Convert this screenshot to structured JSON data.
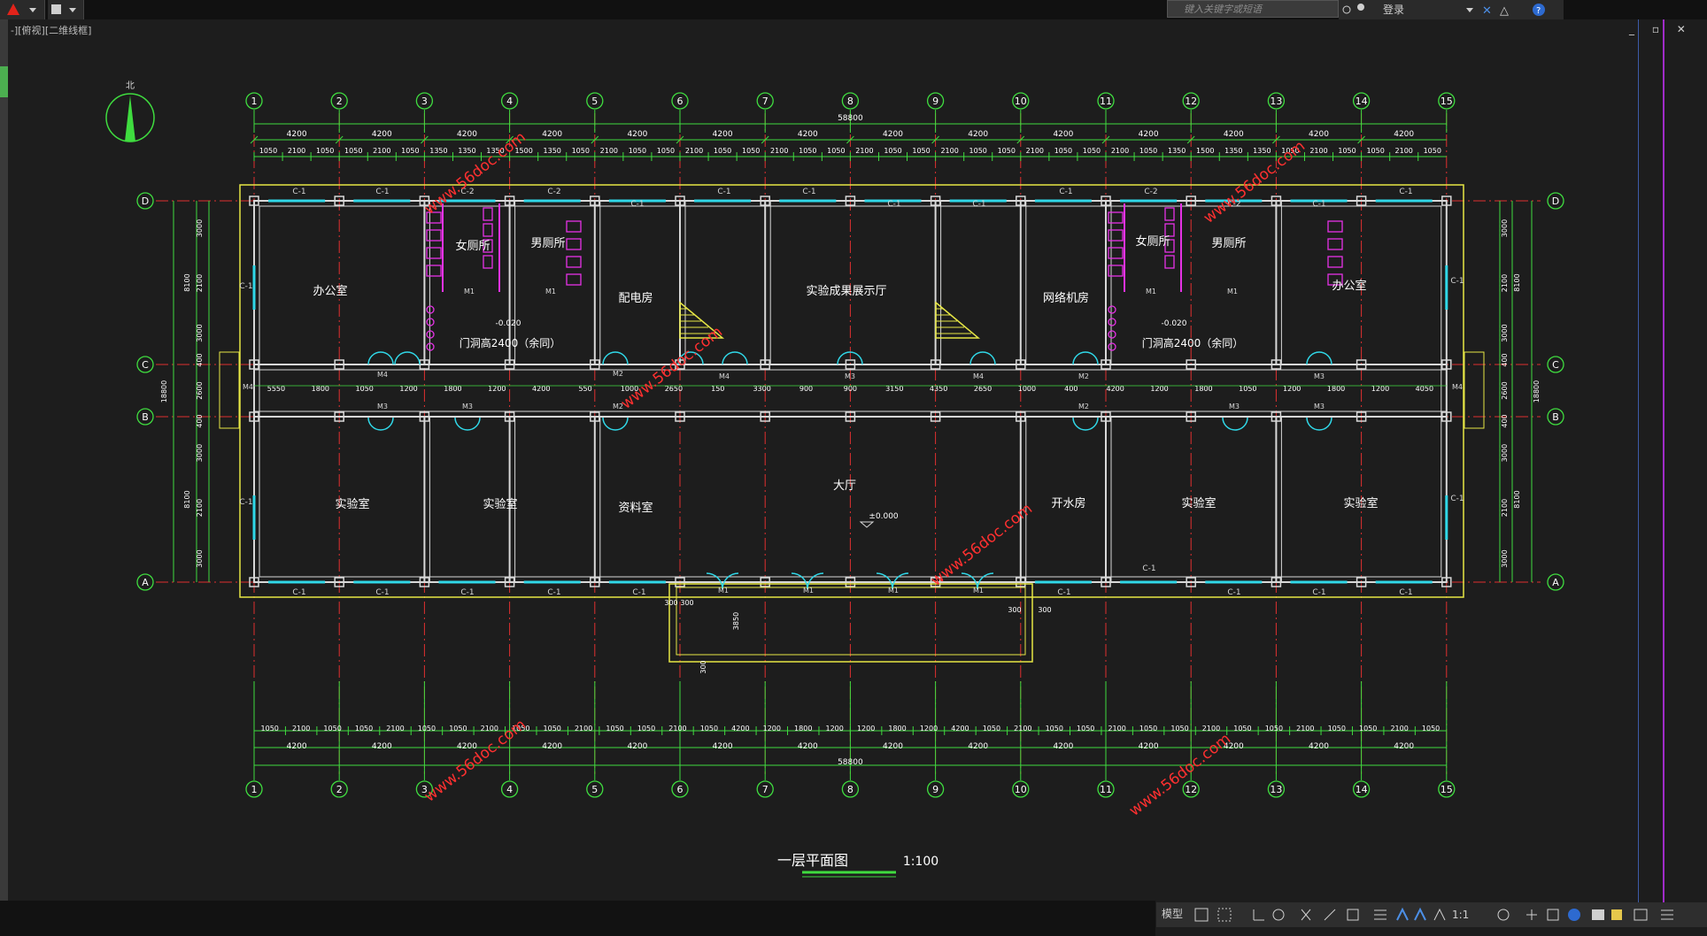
{
  "app": {
    "search_placeholder": "键入关键字或短语",
    "login": "登录"
  },
  "viewport": {
    "label": "-][俯视][二维线框]"
  },
  "status": {
    "model": "模型",
    "scale": "1:1"
  },
  "drawing": {
    "title": "一层平面图",
    "scale": "1:100",
    "north": "北",
    "total_length": "58800",
    "total_width": "18800",
    "axis_numbers": [
      "1",
      "2",
      "3",
      "4",
      "5",
      "6",
      "7",
      "8",
      "9",
      "10",
      "11",
      "12",
      "13",
      "14",
      "15"
    ],
    "axis_letters": [
      "D",
      "C",
      "B",
      "A"
    ],
    "bay_dims": [
      "4200",
      "4200",
      "4200",
      "4200",
      "4200",
      "4200",
      "4200",
      "4200",
      "4200",
      "4200",
      "4200",
      "4200",
      "4200",
      "4200"
    ],
    "top_sub_dims": [
      "1050",
      "2100",
      "1050",
      "1050",
      "2100",
      "1050",
      "1350",
      "1350",
      "1350",
      "1500",
      "1350",
      "1050",
      "2100",
      "1050",
      "1050",
      "2100",
      "1050",
      "1050",
      "2100",
      "1050",
      "1050",
      "2100",
      "1050",
      "1050",
      "2100",
      "1050",
      "1050",
      "2100",
      "1050",
      "1050",
      "2100",
      "1050",
      "1350",
      "1500",
      "1350",
      "1350",
      "1050",
      "2100",
      "1050",
      "1050",
      "2100",
      "1050"
    ],
    "bottom_sub_dims": [
      "1050",
      "2100",
      "1050",
      "1050",
      "2100",
      "1050",
      "1050",
      "2100",
      "1050",
      "1050",
      "2100",
      "1050",
      "1050",
      "2100",
      "1050",
      "4200",
      "1200",
      "1800",
      "1200",
      "1200",
      "1800",
      "1200",
      "4200",
      "1050",
      "2100",
      "1050",
      "1050",
      "2100",
      "1050",
      "1050",
      "2100",
      "1050",
      "1050",
      "2100",
      "1050",
      "1050",
      "2100",
      "1050"
    ],
    "side_dims": [
      "3000",
      "2100",
      "3000",
      "400",
      "2600",
      "400",
      "3000",
      "2100",
      "3000"
    ],
    "side_totals": [
      "8100",
      "8100"
    ],
    "rooms": {
      "office_left": "办公室",
      "women_left": "女厕所",
      "men_left": "男厕所",
      "power_room": "配电房",
      "exhibit": "实验成果展示厅",
      "network": "网络机房",
      "women_right": "女厕所",
      "men_right": "男厕所",
      "office_right": "办公室",
      "lab1": "实验室",
      "lab2": "实验室",
      "archive": "资料室",
      "hall": "大厅",
      "water": "开水房",
      "lab3": "实验室",
      "lab4": "实验室"
    },
    "notes": {
      "door_height_left": "门洞高2400（余同）",
      "door_height_right": "门洞高2400（余同）",
      "level_wc": "-0.020",
      "level_hall": "±0.000"
    },
    "window_tags": [
      "C-1",
      "C-2",
      "M1",
      "M2",
      "M3",
      "M4"
    ],
    "corridor_dims": [
      "5550",
      "1800",
      "1050",
      "1200",
      "1800",
      "1200",
      "4200",
      "550",
      "1000",
      "2650",
      "150",
      "3300",
      "900",
      "900",
      "3150",
      "4350",
      "2650",
      "1000",
      "400",
      "4200",
      "1200",
      "1800",
      "1050",
      "1200",
      "1800",
      "1200",
      "4050"
    ],
    "entrance_dims": [
      "300",
      "300",
      "3850",
      "300",
      "300",
      "300"
    ],
    "watermark": "www.56doc.com"
  }
}
